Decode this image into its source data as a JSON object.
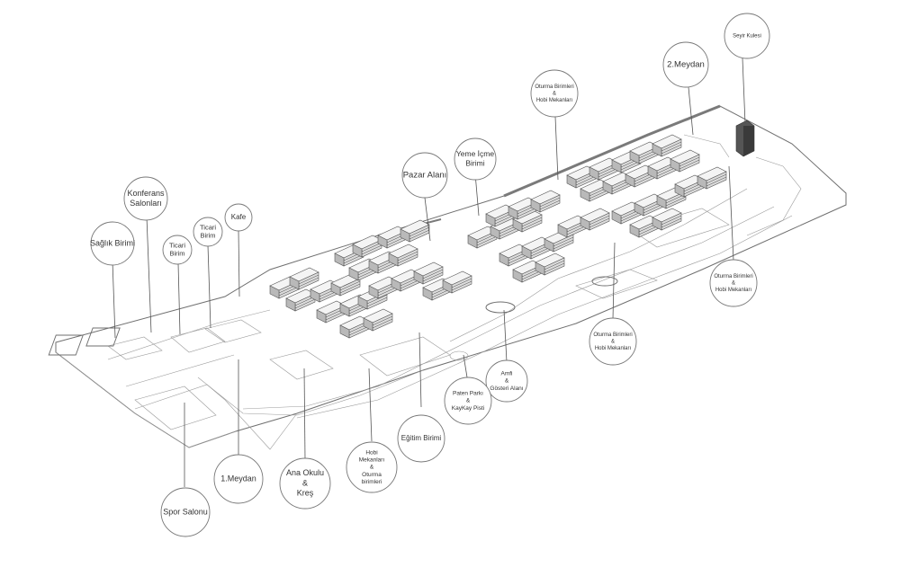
{
  "labels": [
    {
      "id": "seyir-kulesi",
      "lines": [
        "Seyir Kulesi"
      ]
    },
    {
      "id": "2-meydan",
      "lines": [
        "2.Meydan"
      ]
    },
    {
      "id": "oturma-hobi-1",
      "lines": [
        "Oturma Birimleri",
        "&",
        "Hobi Mekanları"
      ]
    },
    {
      "id": "yeme-icme",
      "lines": [
        "Yeme İçme",
        "Birimi"
      ]
    },
    {
      "id": "pazar-alani",
      "lines": [
        "Pazar Alanı"
      ]
    },
    {
      "id": "konferans",
      "lines": [
        "Konferans",
        "Salonları"
      ]
    },
    {
      "id": "saglik",
      "lines": [
        "Sağlık Birimi"
      ]
    },
    {
      "id": "ticari-1",
      "lines": [
        "Ticari",
        "Birim"
      ]
    },
    {
      "id": "ticari-2",
      "lines": [
        "Ticari",
        "Birim"
      ]
    },
    {
      "id": "kafe",
      "lines": [
        "Kafe"
      ]
    },
    {
      "id": "oturma-hobi-2",
      "lines": [
        "Oturma Birimleri",
        "&",
        "Hobi Mekanları"
      ]
    },
    {
      "id": "oturma-hobi-3",
      "lines": [
        "Oturma Birimleri",
        "&",
        "Hobi Mekanları"
      ]
    },
    {
      "id": "amfi",
      "lines": [
        "Amfi",
        "&",
        "Gösteri Alanı"
      ]
    },
    {
      "id": "paten",
      "lines": [
        "Paten Parkı",
        "&",
        "KayKay Pisti"
      ]
    },
    {
      "id": "egitim",
      "lines": [
        "Eğitim Birimi"
      ]
    },
    {
      "id": "hobi-oturma",
      "lines": [
        "Hobi",
        "Mekanları",
        "&",
        "Oturma",
        "birimleri"
      ]
    },
    {
      "id": "ana-okulu",
      "lines": [
        "Ana Okulu",
        "&",
        "Kreş"
      ]
    },
    {
      "id": "1-meydan",
      "lines": [
        "1.Meydan"
      ]
    },
    {
      "id": "spor-salonu",
      "lines": [
        "Spor Salonu"
      ]
    }
  ]
}
